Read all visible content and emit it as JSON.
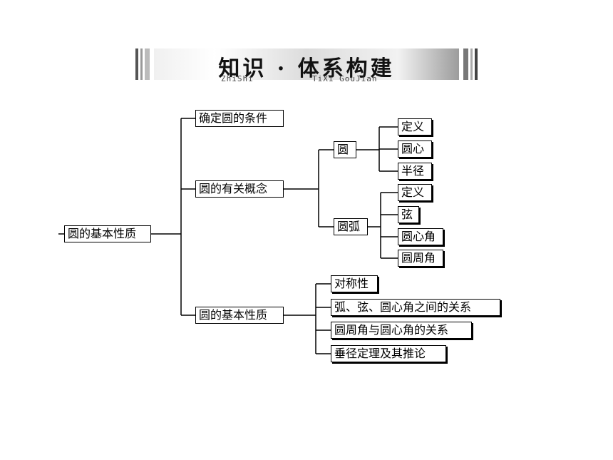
{
  "header": {
    "title": "知识 · 体系构建",
    "pinyin_left": "ZhiShi",
    "pinyin_right": "TiXi GouJian"
  },
  "diagram": {
    "root": "圆的基本性质",
    "level1": [
      "确定圆的条件",
      "圆的有关概念",
      "圆的基本性质"
    ],
    "concept_children": [
      "圆",
      "圆弧"
    ],
    "circle_items": [
      "定义",
      "圆心",
      "半径"
    ],
    "arc_items": [
      "定义",
      "弦",
      "圆心角",
      "圆周角"
    ],
    "property_items": [
      "对称性",
      "弧、弦、圆心角之间的关系",
      "圆周角与圆心角的关系",
      "垂径定理及其推论"
    ]
  }
}
